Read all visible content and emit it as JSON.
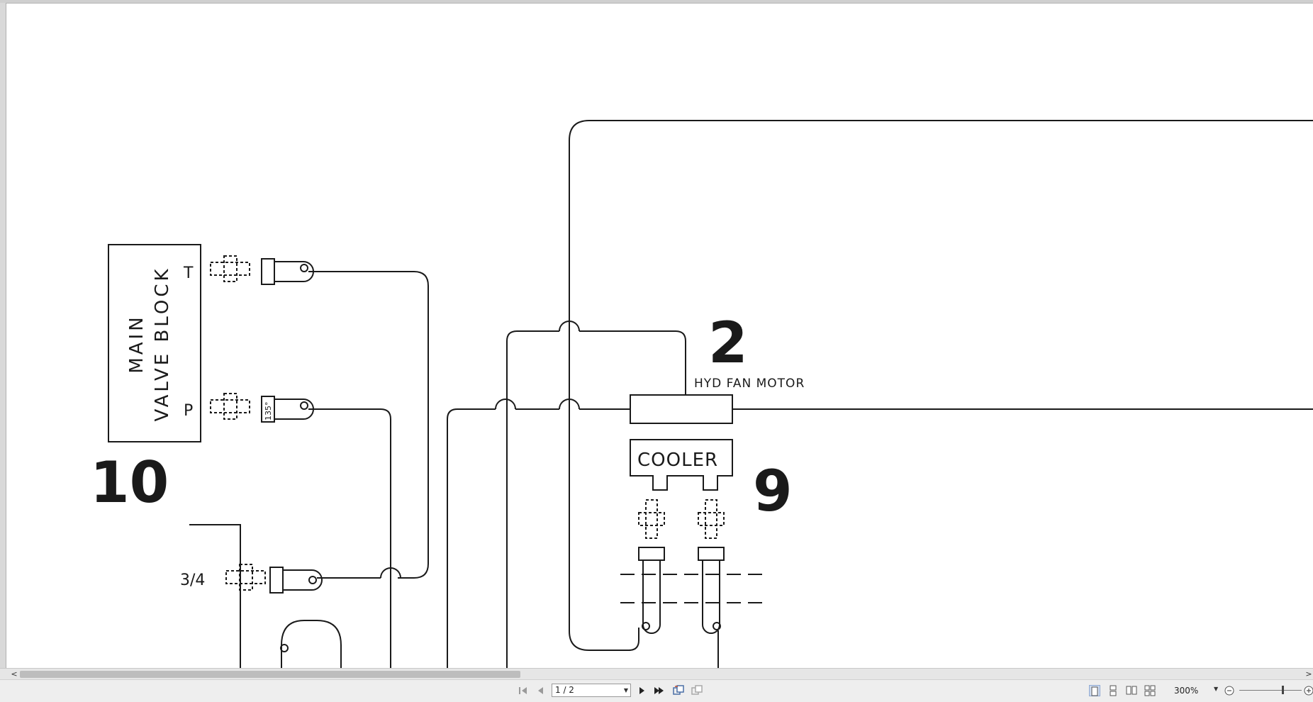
{
  "document": {
    "labels": {
      "main_valve_block_line1": "MAIN",
      "main_valve_block_line2": "VALVE BLOCK",
      "port_t": "T",
      "port_p": "P",
      "fitting_135": "135°",
      "size_34": "3/4",
      "hyd_fan_motor": "HYD FAN MOTOR",
      "cooler": "COOLER",
      "callout_10": "10",
      "callout_2": "2",
      "callout_9": "9"
    }
  },
  "scrollbar": {
    "left_arrow": "<",
    "right_arrow": ">"
  },
  "toolbar": {
    "first_page_icon": "first-page-icon",
    "prev_page_icon": "prev-page-icon",
    "page_indicator": "1 / 2",
    "next_page_icon": "next-page-icon",
    "last_page_icon": "last-page-icon",
    "zoom_level": "300%"
  },
  "colors": {
    "line": "#1a1a1a",
    "page_bg": "#ffffff",
    "chrome_bg": "#eeeeee",
    "selected_view": "#cfdcef"
  }
}
